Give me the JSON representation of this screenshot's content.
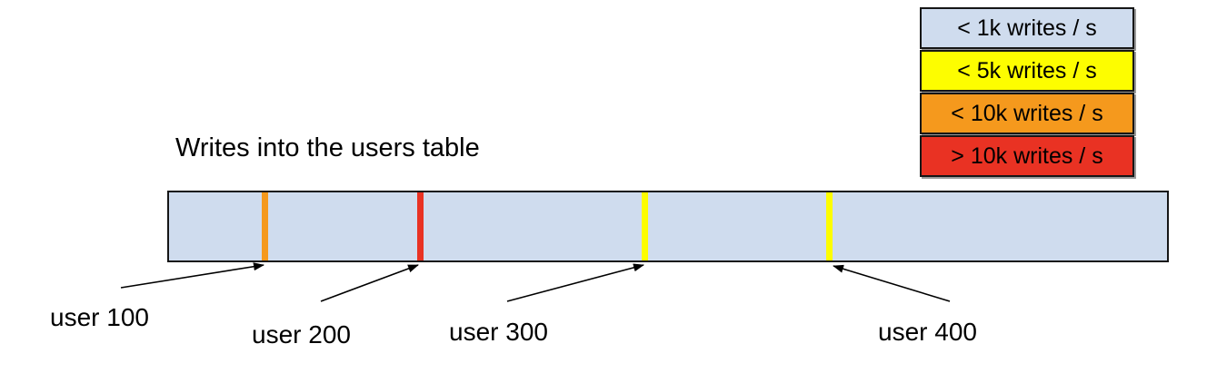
{
  "title": "Writes into the users table",
  "legend": {
    "items": [
      {
        "label": "< 1k writes / s",
        "color": "#cfdcee"
      },
      {
        "label": "< 5k writes / s",
        "color": "#fdfd00"
      },
      {
        "label": "< 10k writes / s",
        "color": "#f5991d"
      },
      {
        "label": "> 10k writes / s",
        "color": "#e93223"
      }
    ]
  },
  "bar": {
    "fill_color": "#cfdcee",
    "border_color": "#161616",
    "markers": [
      {
        "user": "user 100",
        "rate": "< 10k writes / s",
        "color": "#f5991d"
      },
      {
        "user": "user 200",
        "rate": "> 10k writes / s",
        "color": "#e93223"
      },
      {
        "user": "user 300",
        "rate": "< 5k writes / s",
        "color": "#fdfd00"
      },
      {
        "user": "user 400",
        "rate": "< 5k writes / s",
        "color": "#fdfd00"
      }
    ]
  },
  "annotations": [
    {
      "text": "user 100"
    },
    {
      "text": "user 200"
    },
    {
      "text": "user 300"
    },
    {
      "text": "user 400"
    }
  ]
}
